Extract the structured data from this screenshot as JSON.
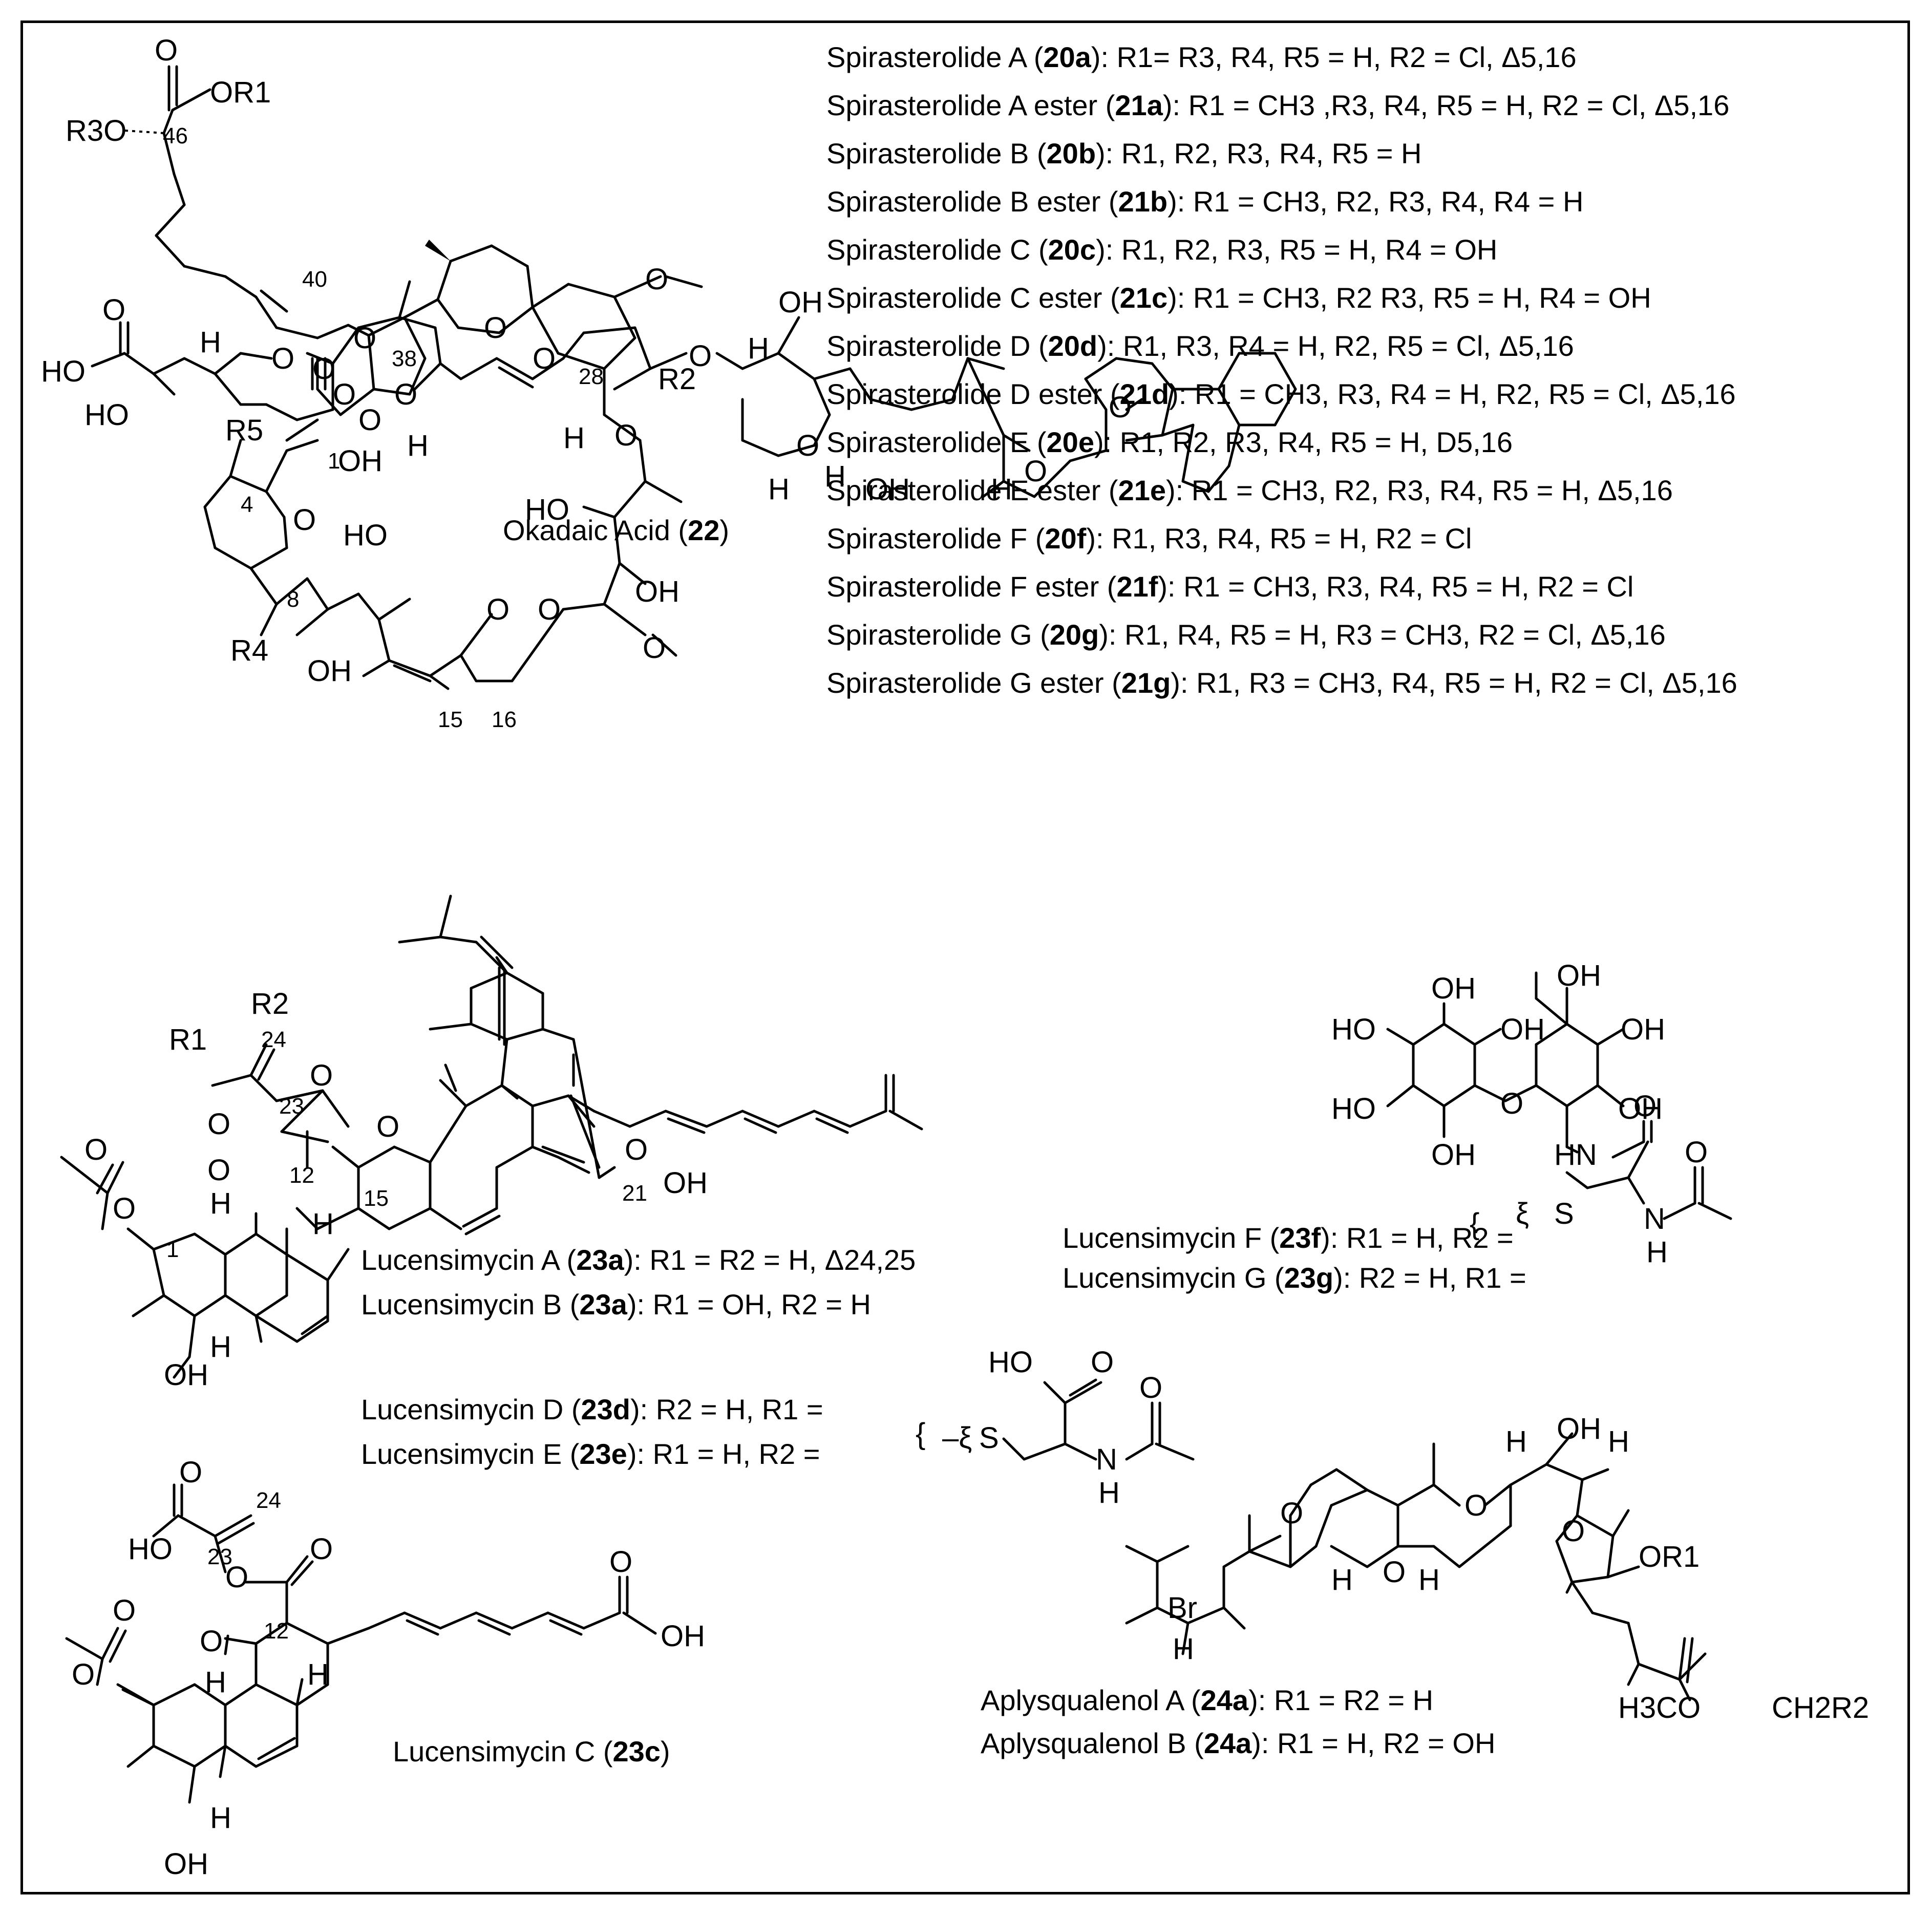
{
  "spirasterolides": [
    {
      "name": "Spirasterolide A",
      "compound": "20a",
      "open": " (",
      "close": "):",
      "rgroups": " R1= R3, R4, R5 = H, R2 = Cl, Δ5,16"
    },
    {
      "name": "Spirasterolide A ester",
      "compound": "21a",
      "open": " (",
      "close": "):",
      "rgroups": "  R1 = CH3 ,R3, R4, R5 = H, R2 = Cl, Δ5,16"
    },
    {
      "name": "Spirasterolide B",
      "compound": "20b",
      "open": " (",
      "close": "):",
      "rgroups": " R1, R2, R3, R4, R5 = H"
    },
    {
      "name": "Spirasterolide B ester",
      "compound": "21b",
      "open": " (",
      "close": "):",
      "rgroups": " R1 = CH3, R2, R3, R4, R4 = H"
    },
    {
      "name": "Spirasterolide C",
      "compound": "20c",
      "open": " (",
      "close": "):",
      "rgroups": " R1, R2, R3, R5 = H, R4 = OH"
    },
    {
      "name": "Spirasterolide C ester",
      "compound": "21c",
      "open": " (",
      "close": "):",
      "rgroups": "  R1 = CH3, R2 R3, R5 = H, R4 = OH"
    },
    {
      "name": "Spirasterolide D",
      "compound": "20d",
      "open": "  (",
      "close": "):",
      "rgroups": " R1, R3, R4 = H, R2, R5 = Cl, Δ5,16"
    },
    {
      "name": "Spirasterolide D ester",
      "compound": "21d",
      "open": " (",
      "close": "):",
      "rgroups": "  R1 = CH3, R3, R4 = H, R2, R5 = Cl, Δ5,16"
    },
    {
      "name": "Spirasterolide E",
      "compound": "20e",
      "open": "  (",
      "close": "):",
      "rgroups": " R1, R2, R3, R4, R5 = H, D5,16"
    },
    {
      "name": "Spirasterolide E ester",
      "compound": "21e",
      "open": " (",
      "close": "):",
      "rgroups": "  R1 = CH3, R2, R3, R4, R5 = H, Δ5,16"
    },
    {
      "name": "Spirasterolide F",
      "compound": "20f",
      "open": "  (",
      "close": "):",
      "rgroups": " R1, R3, R4, R5 = H, R2 = Cl"
    },
    {
      "name": "Spirasterolide F ester",
      "compound": "21f",
      "open": " (",
      "close": "):",
      "rgroups": "  R1 = CH3, R3, R4, R5 = H, R2 = Cl"
    },
    {
      "name": "Spirasterolide G",
      "compound": "20g",
      "open": "  (",
      "close": "):",
      "rgroups": " R1, R4, R5 = H, R3 = CH3, R2 = Cl, Δ5,16"
    },
    {
      "name": "Spirasterolide G ester",
      "compound": "21g",
      "open": " (",
      "close": "):",
      "rgroups": "  R1, R3 = CH3, R4, R5 = H, R2 = Cl, Δ5,16"
    }
  ],
  "captions": {
    "okadaic": {
      "name": "Okadaic Acid (",
      "compound": "22",
      "close": ")"
    },
    "luc_a": {
      "name": "Lucensimycin A (",
      "compound": "23a",
      "rest": "): R1 = R2 = H, Δ24,25"
    },
    "luc_b": {
      "name": "Lucensimycin B (",
      "compound": "23a",
      "rest": "): R1 = OH, R2 = H"
    },
    "luc_c": {
      "name": "Lucensimycin C (",
      "compound": "23c",
      "close": ")"
    },
    "luc_d": {
      "name": "Lucensimycin D (",
      "compound": "23d",
      "rest": "): R2 = H,  R1 ="
    },
    "luc_e": {
      "name": "Lucensimycin E (",
      "compound": "23e",
      "rest": "): R1 = H,  R2 ="
    },
    "luc_f": {
      "name": "Lucensimycin F (",
      "compound": "23f",
      "rest": "): R1 = H,  R2 ="
    },
    "luc_g": {
      "name": "Lucensimycin G (",
      "compound": "23g",
      "rest": "): R2 = H,  R1 ="
    },
    "aply_a": {
      "name": "Aplysqualenol A (",
      "compound": "24a",
      "rest": "): R1 = R2 = H"
    },
    "aply_b": {
      "name": "Aplysqualenol B (",
      "compound": "24a",
      "rest": "): R1 = H, R2 = OH"
    }
  },
  "atoms": {
    "O": "O",
    "OR1": "OR1",
    "R3O": "R3O",
    "R2": "R2",
    "R5": "R5",
    "R4": "R4",
    "R1": "R1",
    "HO": "HO",
    "OH": "OH",
    "H": "H",
    "HN": "HN",
    "N": "N",
    "S": "S",
    "Br": "Br",
    "H3CO": "H3CO",
    "CH2R2": "CH2R2"
  },
  "locants": {
    "n46": "46",
    "n40": "40",
    "n38": "38",
    "n28": "28",
    "n1": "1",
    "n4": "4",
    "n8": "8",
    "n15": "15",
    "n16": "16",
    "n24": "24",
    "n23": "23",
    "n12": "12",
    "n21": "21"
  }
}
